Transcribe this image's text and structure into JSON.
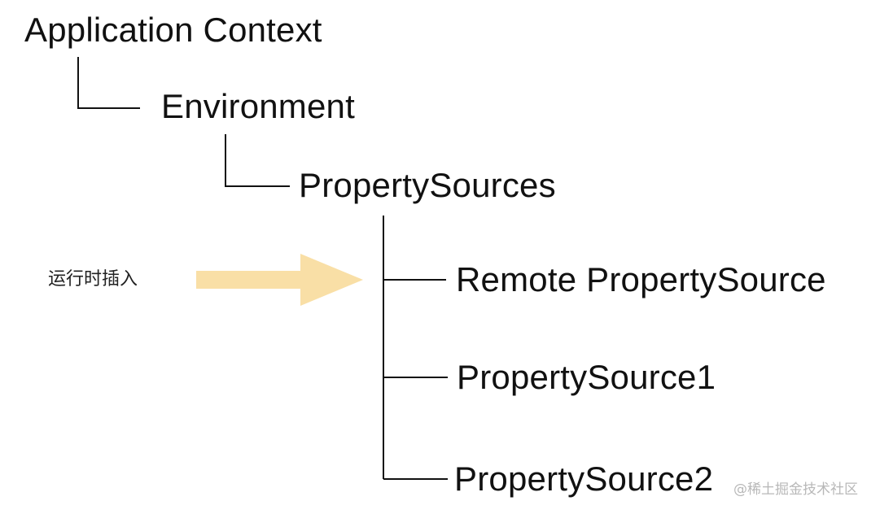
{
  "nodes": {
    "application_context": "Application Context",
    "environment": "Environment",
    "property_sources": "PropertySources",
    "remote_property_source": "Remote PropertySource",
    "property_source_1": "PropertySource1",
    "property_source_2": "PropertySource2"
  },
  "annotation": {
    "label": "运行时插入"
  },
  "watermark": {
    "text": "@稀土掘金技术社区"
  },
  "colors": {
    "line": "#111111",
    "arrow": "#f9dfa6",
    "text": "#111111",
    "watermark": "#b8b8b8"
  }
}
